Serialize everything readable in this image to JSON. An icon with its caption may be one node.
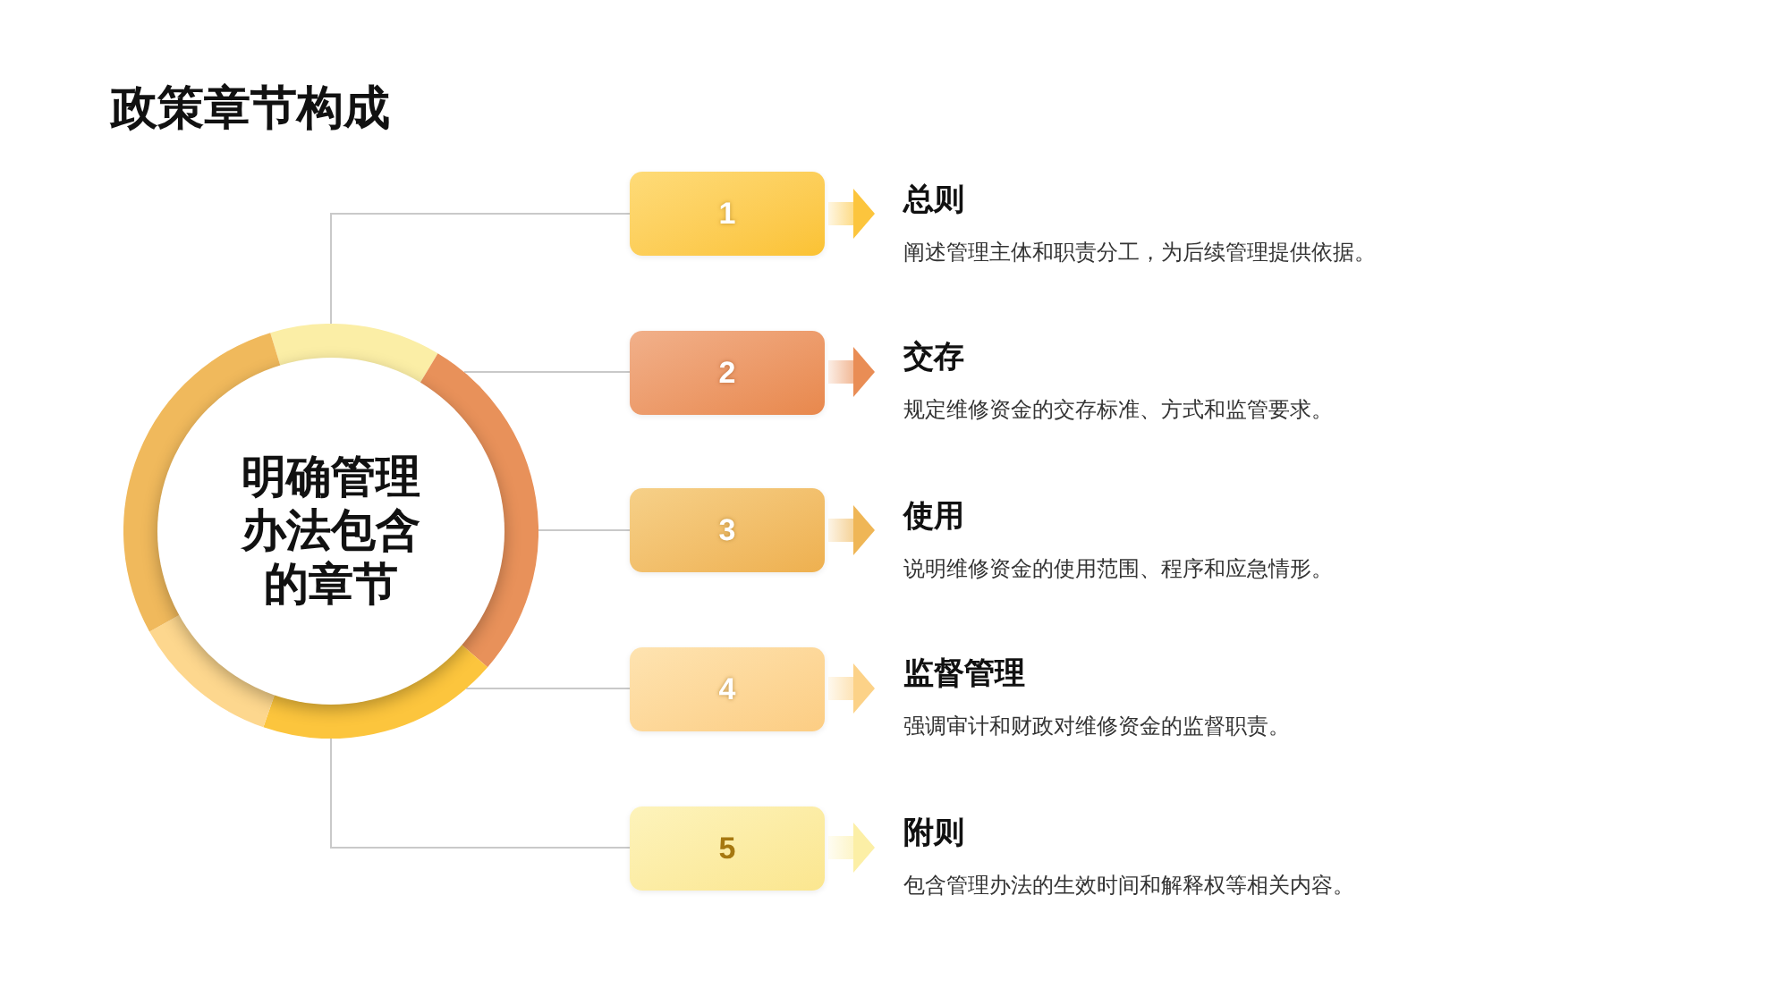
{
  "diagram": {
    "title": "政策章节构成",
    "nodes": [
      {
        "text": [
          "明确管理办法包含的章节"
        ]
      },
      {
        "text": [
          "1"
        ]
      },
      {
        "text": [
          "总则",
          "阐述管理主体和职责分工，为后续管理提供依据。"
        ]
      },
      {
        "text": [
          "2"
        ]
      },
      {
        "text": [
          "交存",
          "规定维修资金的交存标准、方式和监管要求。"
        ]
      },
      {
        "text": [
          "3"
        ]
      },
      {
        "text": [
          "使用",
          "说明维修资金的使用范围、程序和应急情形。"
        ]
      },
      {
        "text": [
          "4"
        ]
      },
      {
        "text": [
          "监督管理",
          "强调审计和财政对维修资金的监督职责。"
        ]
      },
      {
        "text": [
          "5"
        ]
      },
      {
        "text": [
          "附则",
          "包含管理办法的生效时间和解释权等相关内容。"
        ]
      }
    ],
    "edges": [
      {
        "from": 0,
        "to": 1,
        "arrow": "none"
      },
      {
        "from": 1,
        "to": 2,
        "arrow": "to",
        "style": "thick",
        "color": "#fcc53d"
      },
      {
        "from": 0,
        "to": 3,
        "arrow": "none"
      },
      {
        "from": 3,
        "to": 4,
        "arrow": "to",
        "style": "thick",
        "color": "#e98d55"
      },
      {
        "from": 0,
        "to": 5,
        "arrow": "none"
      },
      {
        "from": 5,
        "to": 6,
        "arrow": "to",
        "style": "thick",
        "color": "#efb656"
      },
      {
        "from": 0,
        "to": 7,
        "arrow": "none"
      },
      {
        "from": 7,
        "to": 8,
        "arrow": "to",
        "style": "thick",
        "color": "#fcd288"
      },
      {
        "from": 0,
        "to": 9,
        "arrow": "none"
      },
      {
        "from": 9,
        "to": 10,
        "arrow": "to",
        "style": "thick",
        "color": "#fcefa6"
      }
    ]
  }
}
